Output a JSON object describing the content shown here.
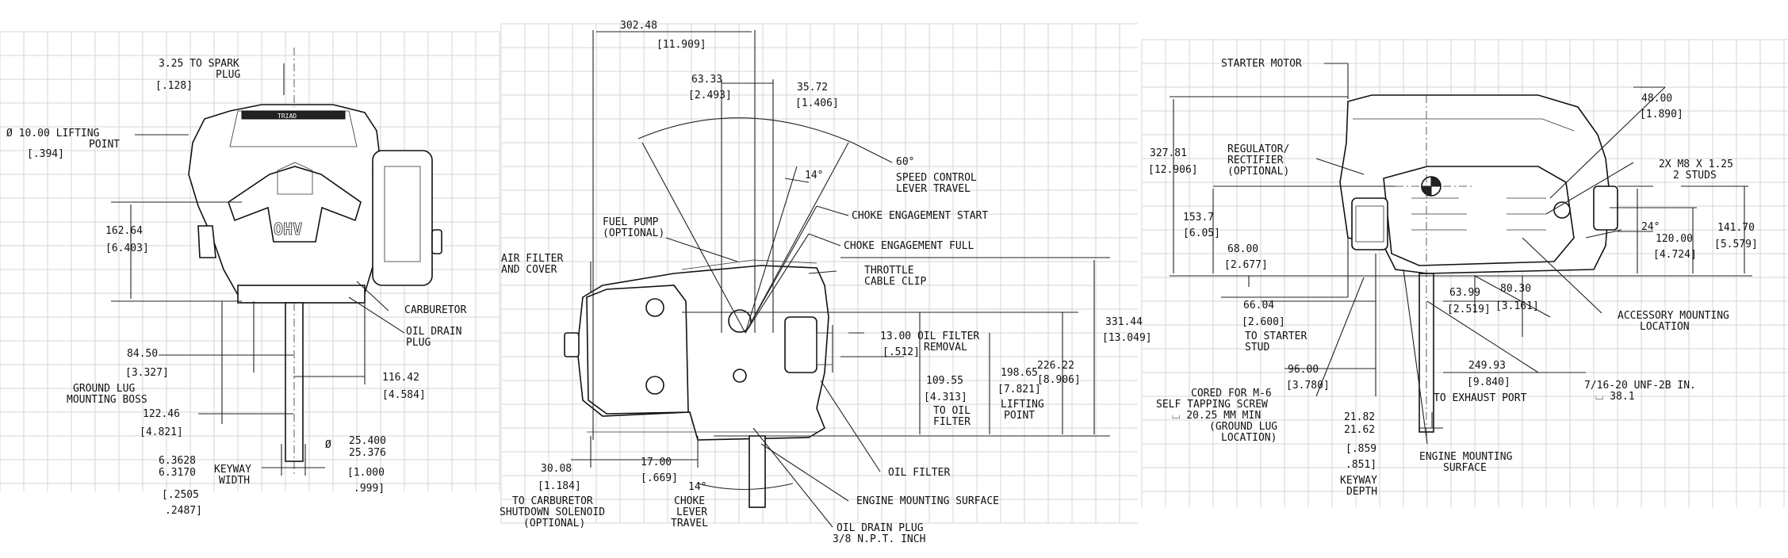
{
  "grid_color": "#d6d6d6",
  "line_color": "#111111",
  "view1": {
    "spark_plug": [
      "3.25 TO SPARK",
      "PLUG",
      "[.128]"
    ],
    "lifting_point": [
      "Ø 10.00 LIFTING",
      "POINT",
      "[.394]"
    ],
    "height_162": [
      "162.64",
      "[6.403]"
    ],
    "carburetor": "CARBURETOR",
    "oil_drain": [
      "OIL DRAIN",
      "PLUG"
    ],
    "dim_84": [
      "84.50",
      "[3.327]"
    ],
    "ground_lug": [
      "GROUND LUG",
      "MOUNTING BOSS"
    ],
    "dim_116": [
      "116.42",
      "[4.584]"
    ],
    "dim_122": [
      "122.46",
      "[4.821]"
    ],
    "keyway": [
      "6.3628",
      "6.3170",
      "KEYWAY",
      "WIDTH",
      "[.2505",
      ".2487]"
    ],
    "shaft_dia": [
      "Ø",
      "25.400",
      "25.376",
      "[1.000",
      ".999]"
    ],
    "logo": "OHV",
    "badge": "TRIAD"
  },
  "view2": {
    "dim_302": [
      "302.48",
      "[11.909]"
    ],
    "dim_63": [
      "63.33",
      "[2.493]"
    ],
    "dim_35": [
      "35.72",
      "[1.406]"
    ],
    "speed_control": [
      "60°",
      "SPEED CONTROL",
      "LEVER TRAVEL"
    ],
    "angle_14_top": "14°",
    "choke_start": "CHOKE ENGAGEMENT START",
    "choke_full": "CHOKE ENGAGEMENT FULL",
    "fuel_pump": [
      "FUEL PUMP",
      "(OPTIONAL)"
    ],
    "air_filter": [
      "AIR FILTER",
      "AND COVER"
    ],
    "throttle_clip": [
      "THROTTLE",
      "CABLE CLIP"
    ],
    "oil_filter_removal": [
      "13.00 OIL FILTER",
      "[.512]",
      "REMOVAL"
    ],
    "dim_109": [
      "109.55",
      "[4.313]",
      "TO OIL",
      "FILTER"
    ],
    "dim_198": [
      "198.65",
      "[7.821]",
      "LIFTING",
      "POINT"
    ],
    "dim_226": [
      "226.22",
      "[8.906]"
    ],
    "dim_331": [
      "331.44",
      "[13.049]"
    ],
    "dim_30": [
      "30.08",
      "[1.184]"
    ],
    "to_carb": [
      "TO CARBURETOR",
      "SHUTDOWN SOLENOID",
      "(OPTIONAL)"
    ],
    "dim_17": [
      "17.00",
      "[.669]"
    ],
    "choke_lever": [
      "14°",
      "CHOKE",
      "LEVER",
      "TRAVEL"
    ],
    "oil_filter": "OIL FILTER",
    "engine_mounting": "ENGINE MOUNTING SURFACE",
    "oil_drain_plug": [
      "OIL DRAIN PLUG",
      "3/8 N.P.T. INCH"
    ]
  },
  "view3": {
    "starter_motor": "STARTER MOTOR",
    "dim_48": [
      "48.00",
      "[1.890]"
    ],
    "dim_327": [
      "327.81",
      "[12.906]"
    ],
    "regulator": [
      "REGULATOR/",
      "RECTIFIER",
      "(OPTIONAL)"
    ],
    "studs": [
      "2X M8 X 1.25",
      "2 STUDS"
    ],
    "dim_153": [
      "153.7",
      "[6.05]"
    ],
    "dim_68": [
      "68.00",
      "[2.677]"
    ],
    "angle_24": "24°",
    "dim_120": [
      "120.00",
      "[4.724]"
    ],
    "dim_141": [
      "141.70",
      "[5.579]"
    ],
    "dim_66": [
      "66.04",
      "[2.600]",
      "TO STARTER",
      "STUD"
    ],
    "dim_63": [
      "63.99",
      "[2.519]"
    ],
    "dim_80": [
      "80.30",
      "[3.161]"
    ],
    "accessory": [
      "ACCESSORY MOUNTING",
      "LOCATION"
    ],
    "cored": [
      "CORED FOR M-6",
      "SELF TAPPING SCREW",
      "⌴ 20.25 MM MIN",
      "(GROUND LUG",
      "LOCATION)"
    ],
    "dim_96": [
      "96.00",
      "[3.780]"
    ],
    "dim_249": [
      "249.93",
      "[9.840]",
      "TO EXHAUST PORT"
    ],
    "thread": [
      "7/16-20 UNF-2B IN.",
      "⌴ 38.1"
    ],
    "keyway_depth": [
      "21.82",
      "21.62",
      "[.859",
      ".851]",
      "KEYWAY",
      "DEPTH"
    ],
    "engine_mounting": [
      "ENGINE MOUNTING",
      "SURFACE"
    ]
  }
}
